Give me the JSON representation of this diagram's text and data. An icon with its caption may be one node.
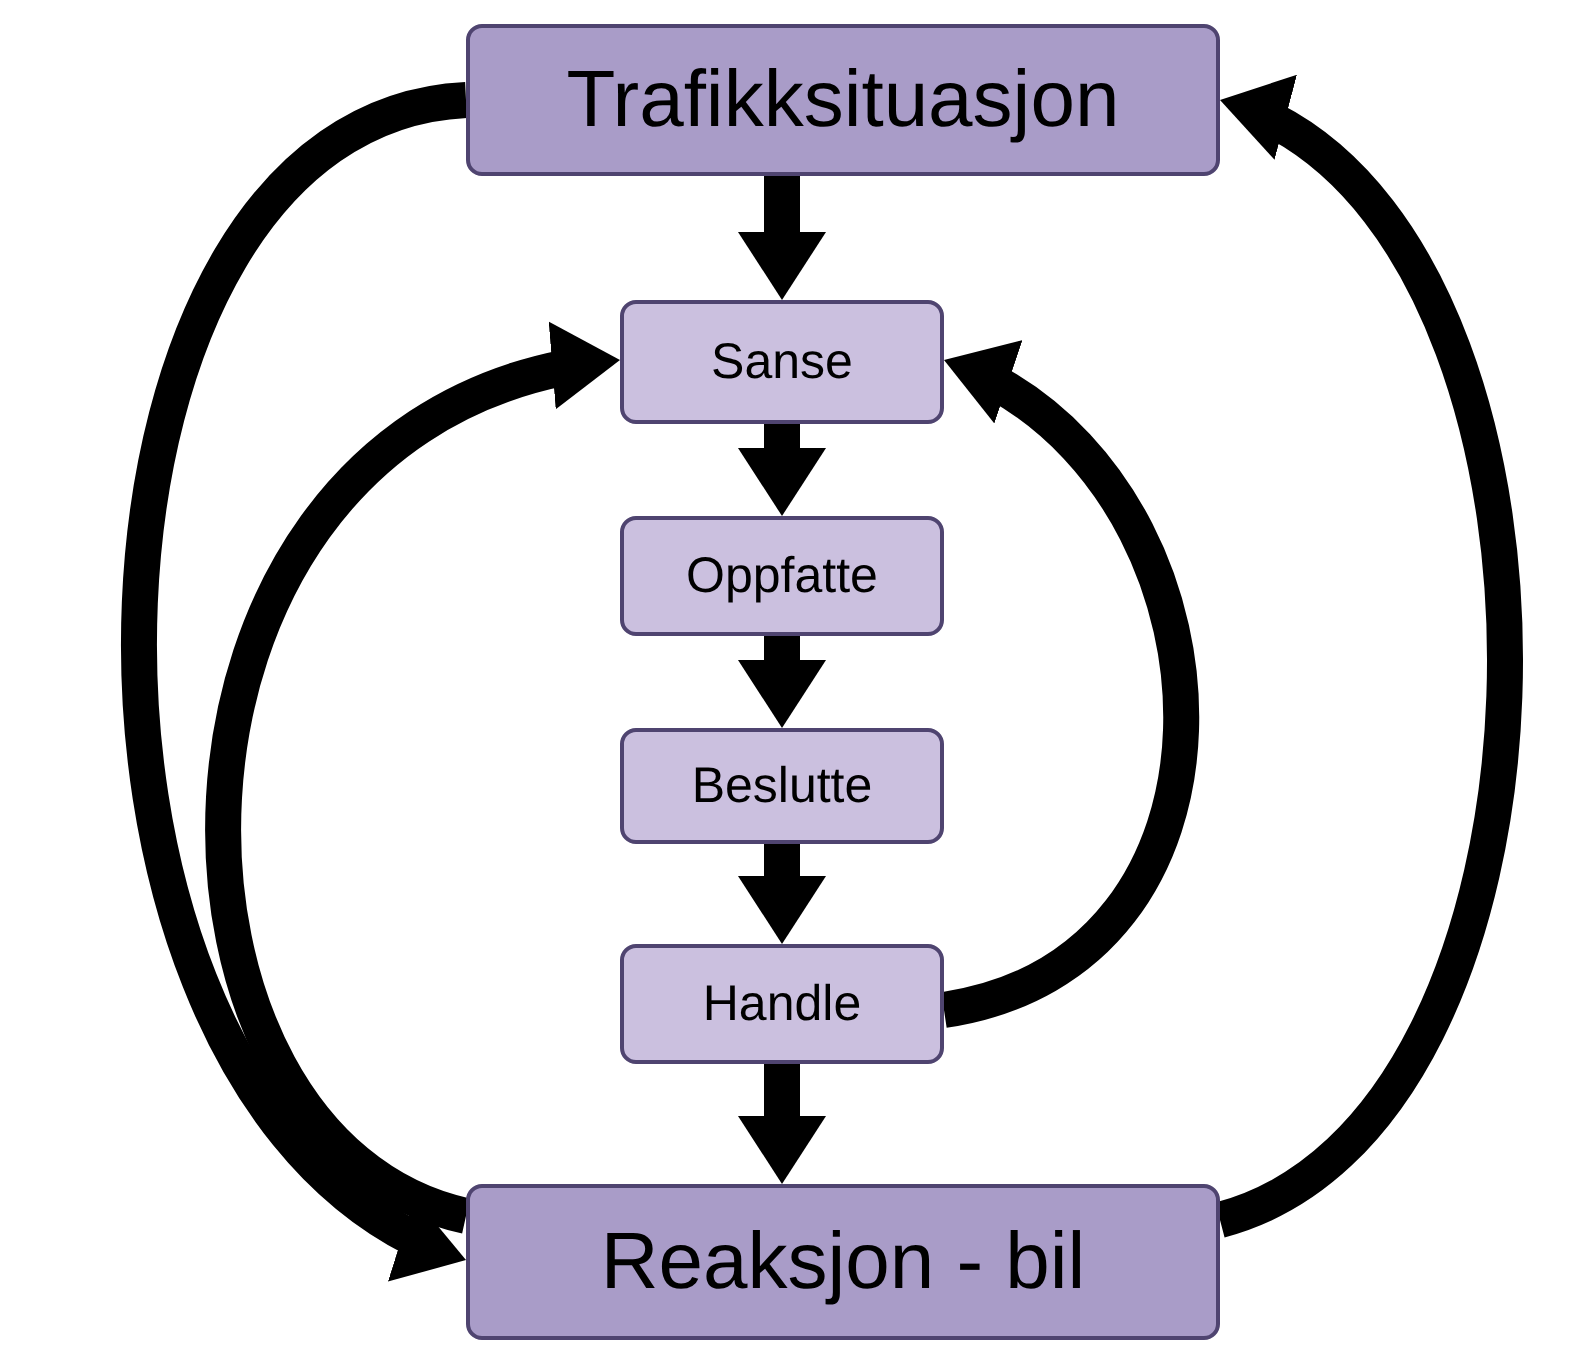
{
  "diagram": {
    "nodes": [
      {
        "text": [
          "Trafikksituasjon"
        ]
      },
      {
        "text": [
          "Sanse"
        ]
      },
      {
        "text": [
          "Oppfatte"
        ]
      },
      {
        "text": [
          "Beslutte"
        ]
      },
      {
        "text": [
          "Handle"
        ]
      },
      {
        "text": [
          "Reaksjon - bil"
        ]
      }
    ],
    "edges": [
      {
        "from": 0,
        "to": 1,
        "arrow": "to"
      },
      {
        "from": 1,
        "to": 2,
        "arrow": "to"
      },
      {
        "from": 2,
        "to": 3,
        "arrow": "to"
      },
      {
        "from": 3,
        "to": 4,
        "arrow": "to"
      },
      {
        "from": 4,
        "to": 5,
        "arrow": "to"
      },
      {
        "from": 0,
        "to": 5,
        "arrow": "to"
      },
      {
        "from": 5,
        "to": 1,
        "arrow": "to"
      },
      {
        "from": 4,
        "to": 1,
        "arrow": "to"
      },
      {
        "from": 5,
        "to": 0,
        "arrow": "to"
      }
    ]
  }
}
